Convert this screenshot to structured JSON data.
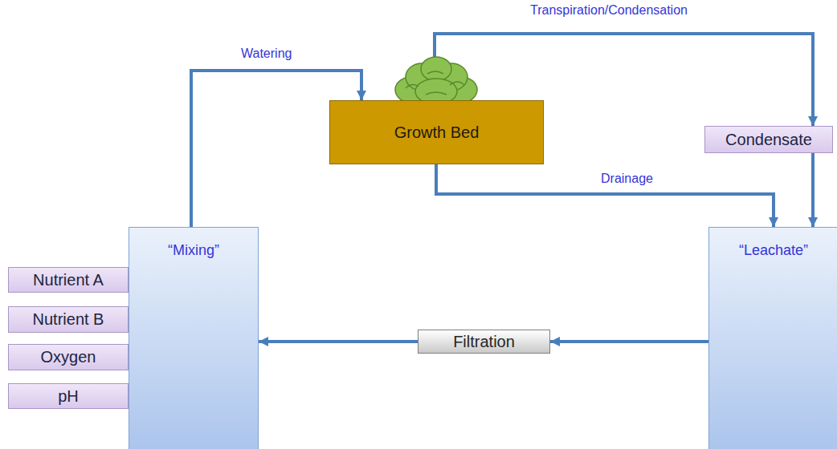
{
  "diagram": {
    "nodes": [
      {
        "text": [
          "Growth Bed"
        ]
      },
      {
        "text": [
          "Condensate"
        ]
      },
      {
        "text": [
          "“Mixing”"
        ]
      },
      {
        "text": [
          "“Leachate”"
        ]
      },
      {
        "text": [
          "Nutrient A"
        ]
      },
      {
        "text": [
          "Nutrient B"
        ]
      },
      {
        "text": [
          "Oxygen"
        ]
      },
      {
        "text": [
          "pH"
        ]
      },
      {
        "text": [
          "Filtration"
        ]
      }
    ],
    "edges": [
      {
        "from": 2,
        "to": 0,
        "arrow": "to",
        "label": "Watering"
      },
      {
        "from": 0,
        "to": 1,
        "arrow": "to",
        "label": "Transpiration/Condensation"
      },
      {
        "from": 0,
        "to": 3,
        "arrow": "to",
        "label": "Drainage"
      },
      {
        "from": 1,
        "to": 3,
        "arrow": "to"
      },
      {
        "from": 3,
        "to": 8,
        "arrow": "to"
      },
      {
        "from": 8,
        "to": 2,
        "arrow": "to"
      }
    ]
  }
}
